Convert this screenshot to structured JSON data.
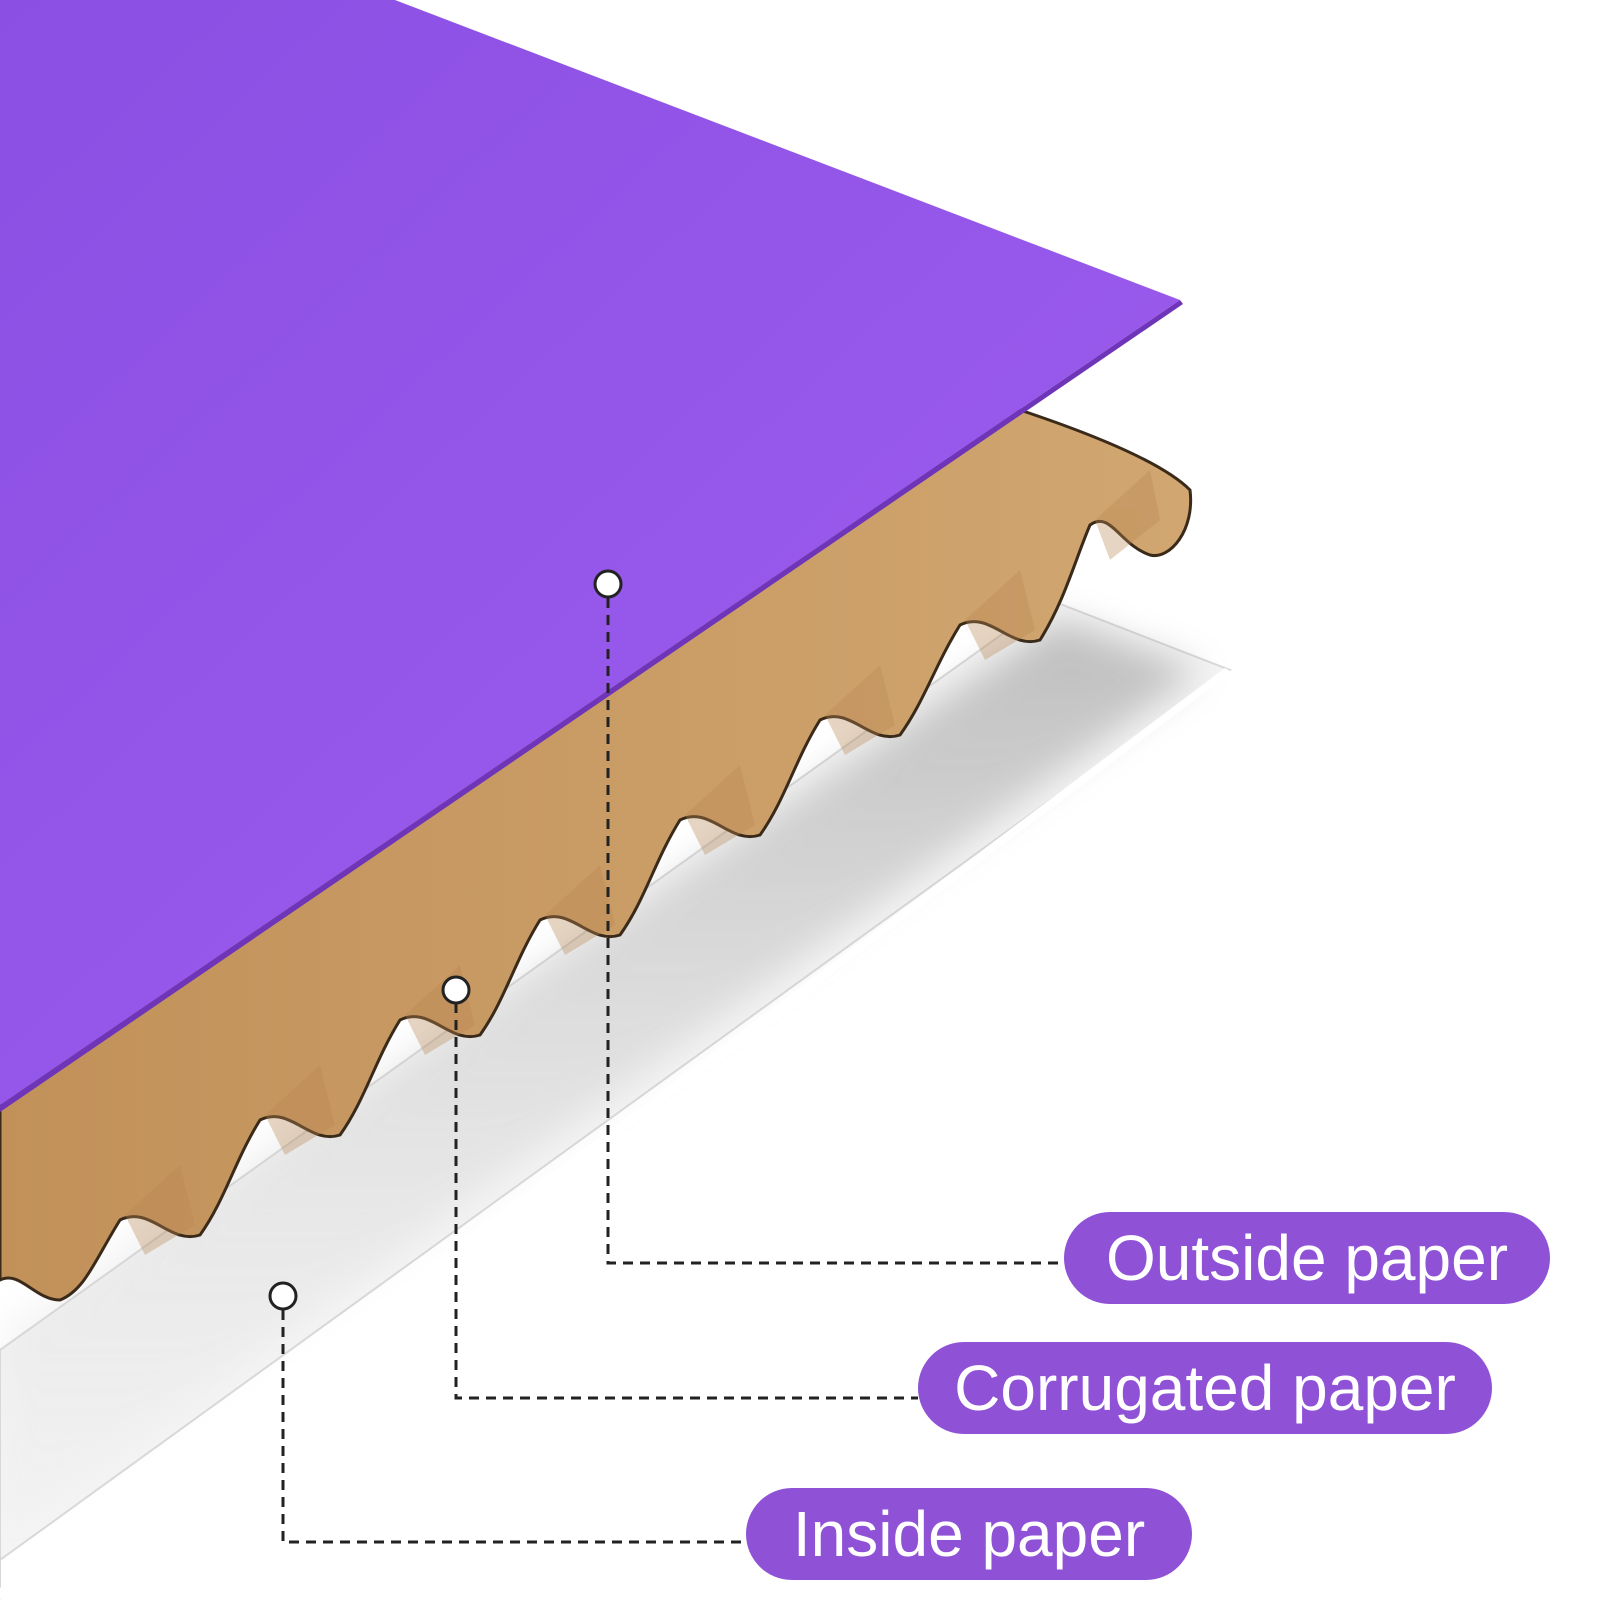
{
  "labels": {
    "outside": "Outside paper",
    "corrugated": "Corrugated paper",
    "inside": "Inside paper"
  },
  "colors": {
    "accent_purple": "#9a57e9",
    "pill_purple": "#8f52d6",
    "kraft": "#c99a62",
    "inside_white": "#ffffff",
    "leader_line": "#222222"
  }
}
